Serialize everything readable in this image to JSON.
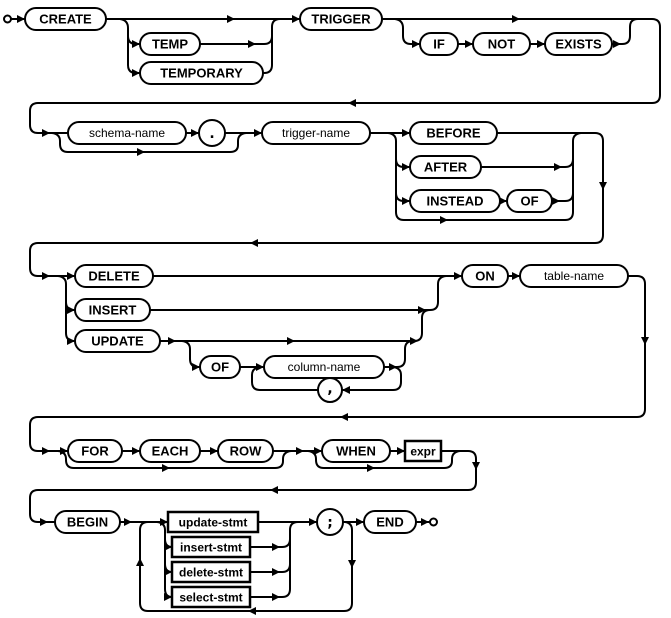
{
  "nodes": {
    "create": "CREATE",
    "temp": "TEMP",
    "temporary": "TEMPORARY",
    "trigger": "TRIGGER",
    "if_kw": "IF",
    "not_kw": "NOT",
    "exists_kw": "EXISTS",
    "schema_name": "schema-name",
    "dot": ".",
    "trigger_name": "trigger-name",
    "before": "BEFORE",
    "after": "AFTER",
    "instead": "INSTEAD",
    "of_instead": "OF",
    "delete_kw": "DELETE",
    "insert_kw": "INSERT",
    "update_kw": "UPDATE",
    "of_update": "OF",
    "column_name": "column-name",
    "comma": ",",
    "on_kw": "ON",
    "table_name": "table-name",
    "for_kw": "FOR",
    "each_kw": "EACH",
    "row_kw": "ROW",
    "when_kw": "WHEN",
    "expr": "expr",
    "begin_kw": "BEGIN",
    "update_stmt": "update-stmt",
    "insert_stmt": "insert-stmt",
    "delete_stmt": "delete-stmt",
    "select_stmt": "select-stmt",
    "semicolon": ";",
    "end_kw": "END"
  }
}
